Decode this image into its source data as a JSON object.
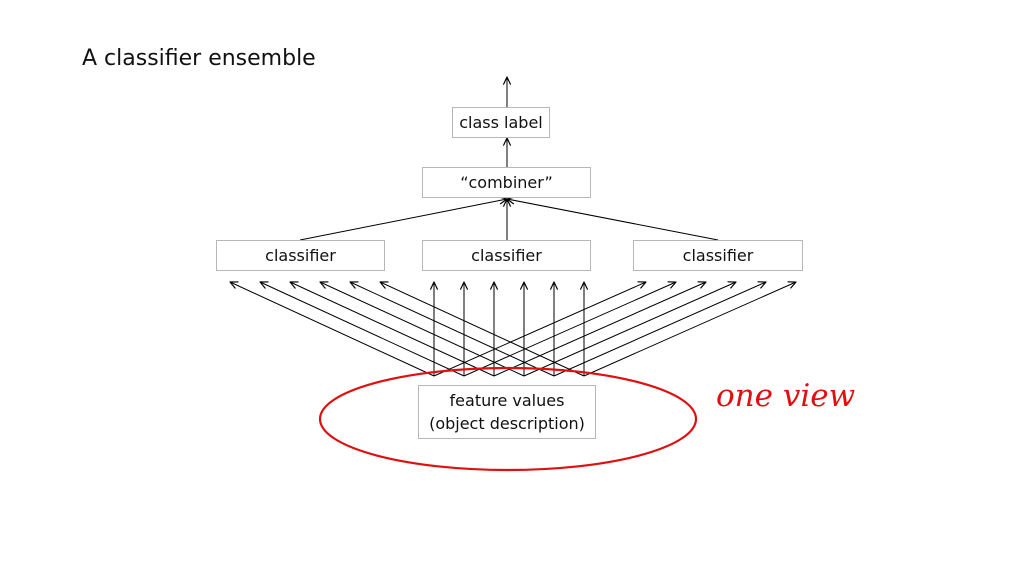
{
  "slide": {
    "title": "A classifier ensemble"
  },
  "diagram": {
    "class_label": "class label",
    "combiner": "“combiner”",
    "classifiers": [
      "classifier",
      "classifier",
      "classifier"
    ],
    "features": {
      "line1": "feature values",
      "line2": "(object description)"
    },
    "view_label": "one view",
    "colors": {
      "box_border": "#b7b7b7",
      "arrow": "#000000",
      "ellipse": "#e01010",
      "view_text": "#e01010"
    }
  }
}
